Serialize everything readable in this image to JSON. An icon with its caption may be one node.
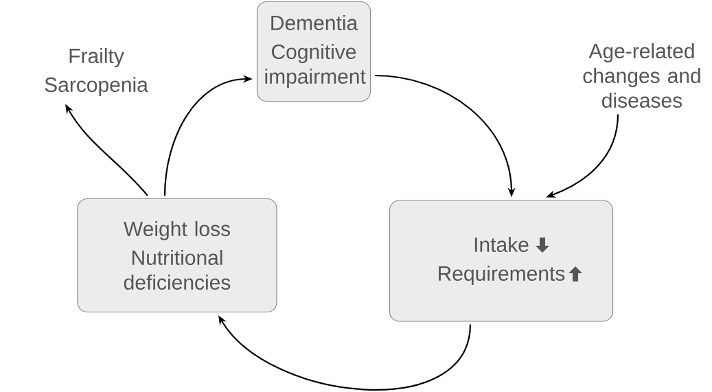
{
  "diagram": {
    "nodes": [
      {
        "text": [
          "Dementia",
          "Cognitive impairment"
        ]
      },
      {
        "text": [
          "Intake",
          "Requirements"
        ]
      },
      {
        "text": [
          "Weight loss",
          "Nutritional deficiencies"
        ]
      },
      {
        "text": [
          "Frailty",
          "Sarcopenia"
        ]
      },
      {
        "text": [
          "Age-related changes and diseases"
        ]
      }
    ],
    "edges": [
      {
        "from": 0,
        "to": 1,
        "arrow": "to"
      },
      {
        "from": 1,
        "to": 2,
        "arrow": "to"
      },
      {
        "from": 2,
        "to": 0,
        "arrow": "to"
      },
      {
        "from": 2,
        "to": 3,
        "arrow": "to"
      },
      {
        "from": 4,
        "to": 1,
        "arrow": "to"
      }
    ]
  }
}
